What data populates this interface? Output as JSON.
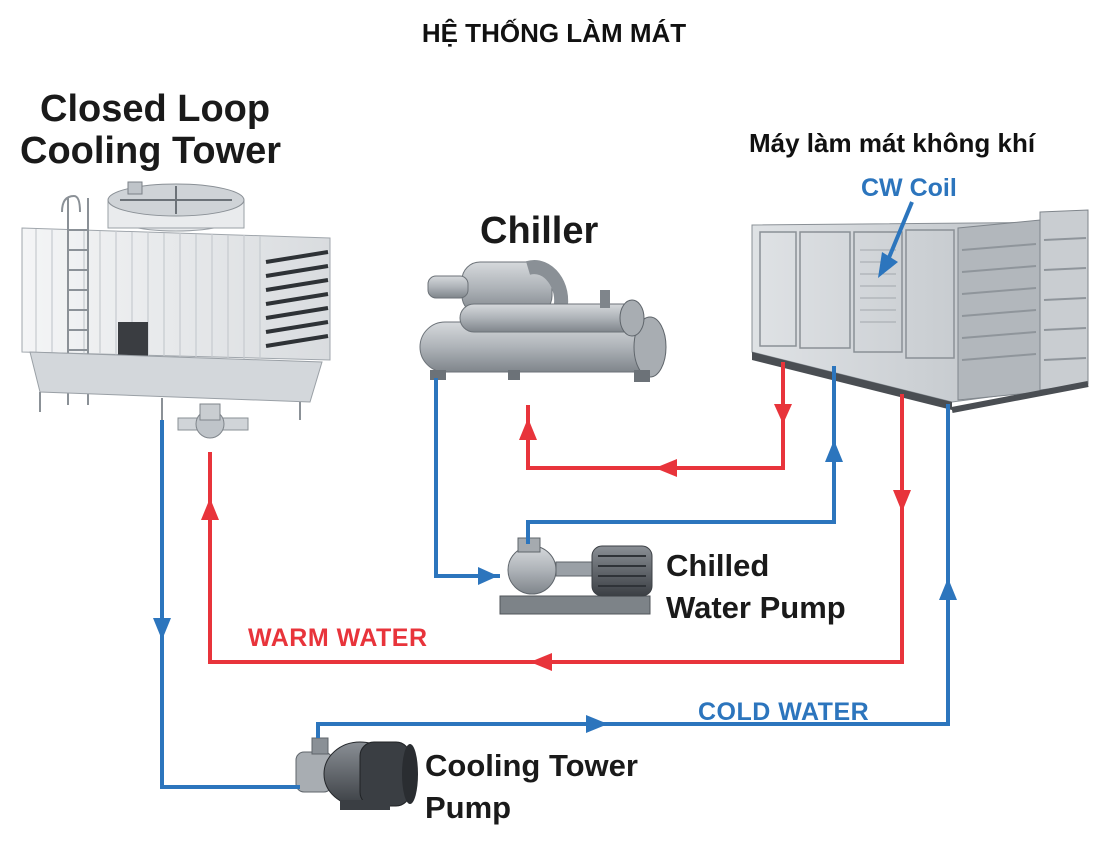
{
  "title": "HỆ THỐNG LÀM MÁT",
  "colors": {
    "warm": "#e8343b",
    "cold": "#2c75bd",
    "equipment": "#c8ccd0",
    "text": "#1a1a1a"
  },
  "equipment": {
    "cooling_tower": {
      "label_line1": "Closed Loop",
      "label_line2": "Cooling Tower"
    },
    "chiller": {
      "label": "Chiller"
    },
    "air_handler": {
      "label": "Máy làm mát không khí",
      "coil_label": "CW Coil"
    },
    "chilled_water_pump": {
      "label_line1": "Chilled",
      "label_line2": "Water Pump"
    },
    "cooling_tower_pump": {
      "label_line1": "Cooling Tower",
      "label_line2": "Pump"
    }
  },
  "flows": {
    "warm_label": "WARM WATER",
    "cold_label": "COLD WATER"
  }
}
